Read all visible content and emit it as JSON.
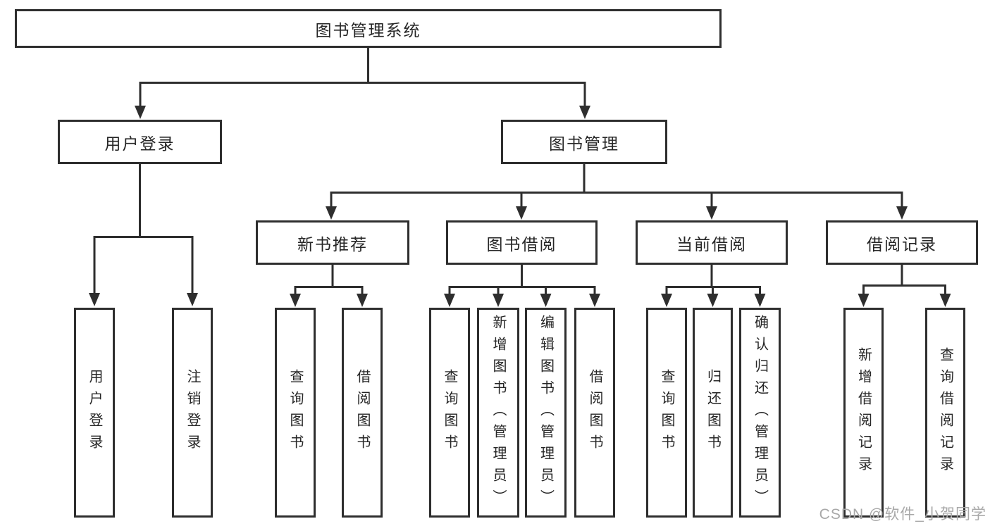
{
  "nodes": {
    "root": {
      "label": "图书管理系统"
    },
    "user_login": {
      "label": "用户登录"
    },
    "book_mgmt": {
      "label": "图书管理"
    },
    "new_book_rec": {
      "label": "新书推荐"
    },
    "book_borrow": {
      "label": "图书借阅"
    },
    "current_borrow": {
      "label": "当前借阅"
    },
    "borrow_records": {
      "label": "借阅记录"
    },
    "ul_login": {
      "label": "用户登录"
    },
    "ul_logout": {
      "label": "注销登录"
    },
    "nb_query": {
      "label": "查询图书"
    },
    "nb_borrow": {
      "label": "借阅图书"
    },
    "bb_query": {
      "label": "查询图书"
    },
    "bb_add": {
      "label": "新增图书（管理员）"
    },
    "bb_edit": {
      "label": "编辑图书（管理员）"
    },
    "bb_borrow": {
      "label": "借阅图书"
    },
    "cb_query": {
      "label": "查询图书"
    },
    "cb_return": {
      "label": "归还图书"
    },
    "cb_confirm": {
      "label": "确认归还（管理员）"
    },
    "br_add": {
      "label": "新增借阅记录"
    },
    "br_query": {
      "label": "查询借阅记录"
    }
  },
  "hierarchy": {
    "root": [
      "user_login",
      "book_mgmt"
    ],
    "user_login": [
      "ul_login",
      "ul_logout"
    ],
    "book_mgmt": [
      "new_book_rec",
      "book_borrow",
      "current_borrow",
      "borrow_records"
    ],
    "new_book_rec": [
      "nb_query",
      "nb_borrow"
    ],
    "book_borrow": [
      "bb_query",
      "bb_add",
      "bb_edit",
      "bb_borrow"
    ],
    "current_borrow": [
      "cb_query",
      "cb_return",
      "cb_confirm"
    ],
    "borrow_records": [
      "br_add",
      "br_query"
    ]
  },
  "watermark": {
    "text": "CSDN @软件_小贺同学"
  },
  "colors": {
    "background": "#ffffff",
    "line": "#2e2e2e",
    "box_border": "#2e2e2e",
    "text": "#262626",
    "watermark": "#a8a8a8"
  }
}
